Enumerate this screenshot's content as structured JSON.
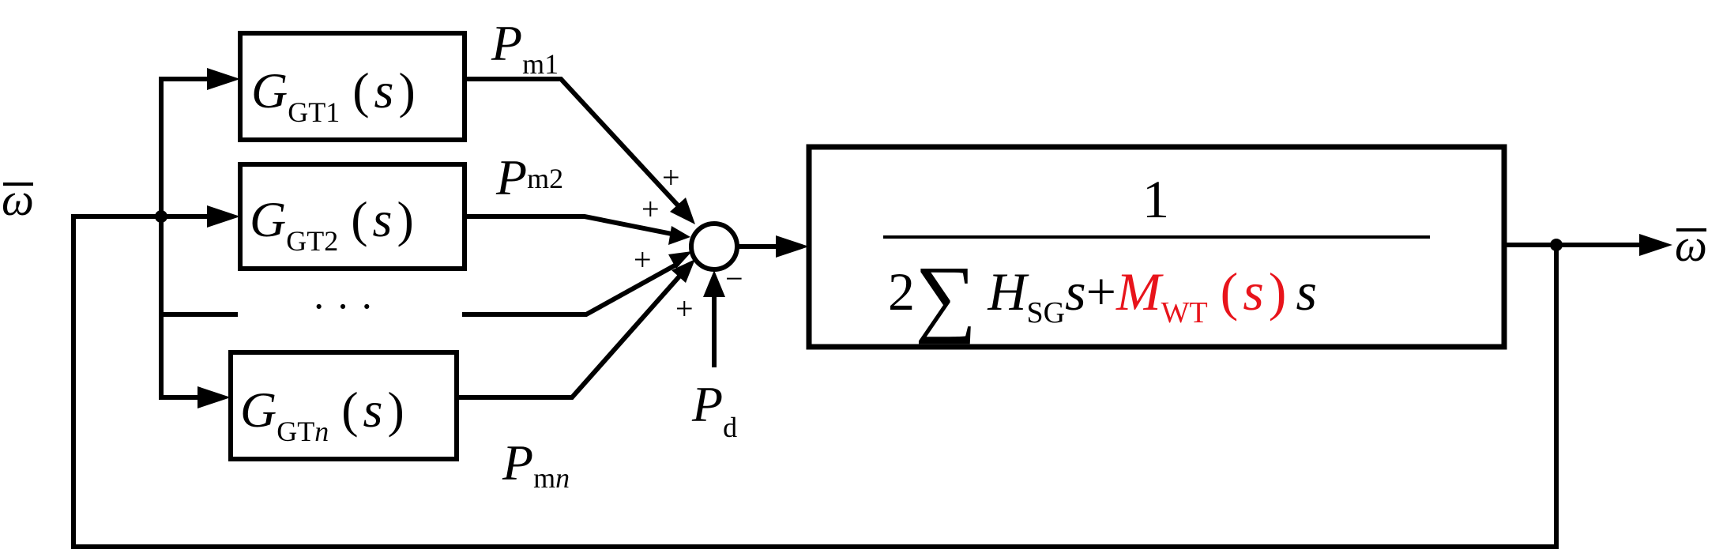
{
  "input": {
    "symbol": "ω",
    "bar": "‾"
  },
  "output": {
    "symbol": "ω"
  },
  "gen_blocks": [
    {
      "G": "G",
      "sub": "GT",
      "idx": "1",
      "idx_italic": false,
      "lp": "(",
      "s": "s",
      "rp": ")"
    },
    {
      "G": "G",
      "sub": "GT",
      "idx": "2",
      "idx_italic": false,
      "lp": "(",
      "s": "s",
      "rp": ")"
    },
    {
      "G": "G",
      "sub": "GT",
      "idx": "n",
      "idx_italic": true,
      "lp": "(",
      "s": "s",
      "rp": ")"
    }
  ],
  "ellipsis": "· · ·",
  "signals": {
    "pm1": {
      "P": "P",
      "sub": "m1"
    },
    "pm2": {
      "P": "P",
      "sub": "m2"
    },
    "pmn": {
      "P": "P",
      "sub": "m",
      "sub_it": "n"
    },
    "pd": {
      "P": "P",
      "sub": "d"
    }
  },
  "signs": {
    "s1": "+",
    "s2": "+",
    "s3": "+",
    "s4": "+",
    "s5": "−"
  },
  "plant": {
    "numerator": "1",
    "two": "2",
    "sum": "∑",
    "H": "H",
    "H_sub": "SG",
    "s": "s",
    "plus": "+",
    "M": "M",
    "M_sub": "WT",
    "lp": "(",
    "ms": "s",
    "rp": ")",
    "s_end": "s",
    "highlight_color": "#e8141b"
  }
}
